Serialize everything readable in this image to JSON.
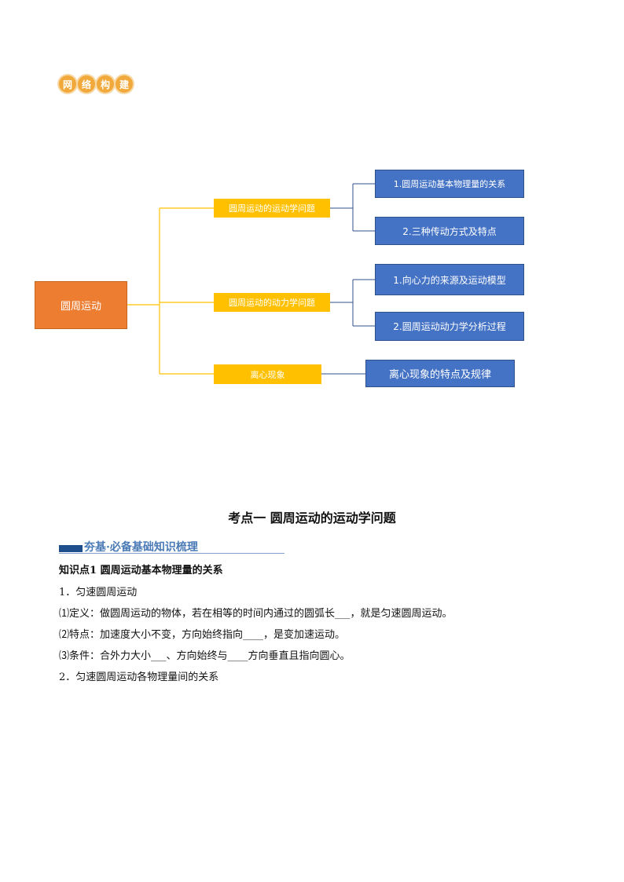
{
  "badge": {
    "chars": [
      "网",
      "络",
      "构",
      "建"
    ]
  },
  "mindmap": {
    "root": "圆周运动",
    "branches": [
      {
        "label": "圆周运动的运动学问题",
        "children": [
          "1.圆周运动基本物理量的关系",
          "2.三种传动方式及特点"
        ]
      },
      {
        "label": "圆周运动的动力学问题",
        "children": [
          "1.向心力的来源及运动模型",
          "2.圆周运动动力学分析过程"
        ]
      },
      {
        "label": "离心现象",
        "children": [
          "离心现象的特点及规律"
        ]
      }
    ],
    "colors": {
      "root": "#ed7d31",
      "branch": "#ffc000",
      "leaf": "#4472c4",
      "line_root": "#ffc000",
      "line_branch": "#2f528f"
    }
  },
  "section": {
    "title": "考点一  圆周运动的运动学问题",
    "banner": "夯基·必备基础知识梳理",
    "knowledge_point": "知识点1  圆周运动基本物理量的关系",
    "lines": [
      "1．匀速圆周运动",
      "⑴定义：做圆周运动的物体，若在相等的时间内通过的圆弧长___，就是匀速圆周运动。",
      "⑵特点：加速度大小不变，方向始终指向____，是变加速运动。",
      "⑶条件：合外力大小___、方向始终与____方向垂直且指向圆心。",
      "2．匀速圆周运动各物理量间的关系"
    ]
  }
}
